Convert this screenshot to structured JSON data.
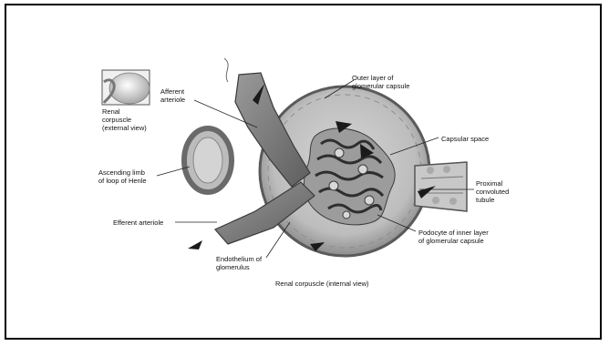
{
  "diagram": {
    "caption": "Renal corpuscle (internal view)",
    "inset_label": "Renal\ncorpuscle\n(external view)",
    "labels": {
      "afferent_arteriole": "Afferent\narteriole",
      "outer_layer": "Outer layer of\nglomerular capsule",
      "capsular_space": "Capsular space",
      "ascending_limb": "Ascending limb\nof loop of Henle",
      "proximal_tubule": "Proximal\nconvoluted\ntubule",
      "efferent_arteriole": "Efferent arteriole",
      "podocyte": "Podocyte of inner layer\nof glomerular capsule",
      "endothelium": "Endothelium of\nglomerulus"
    }
  }
}
